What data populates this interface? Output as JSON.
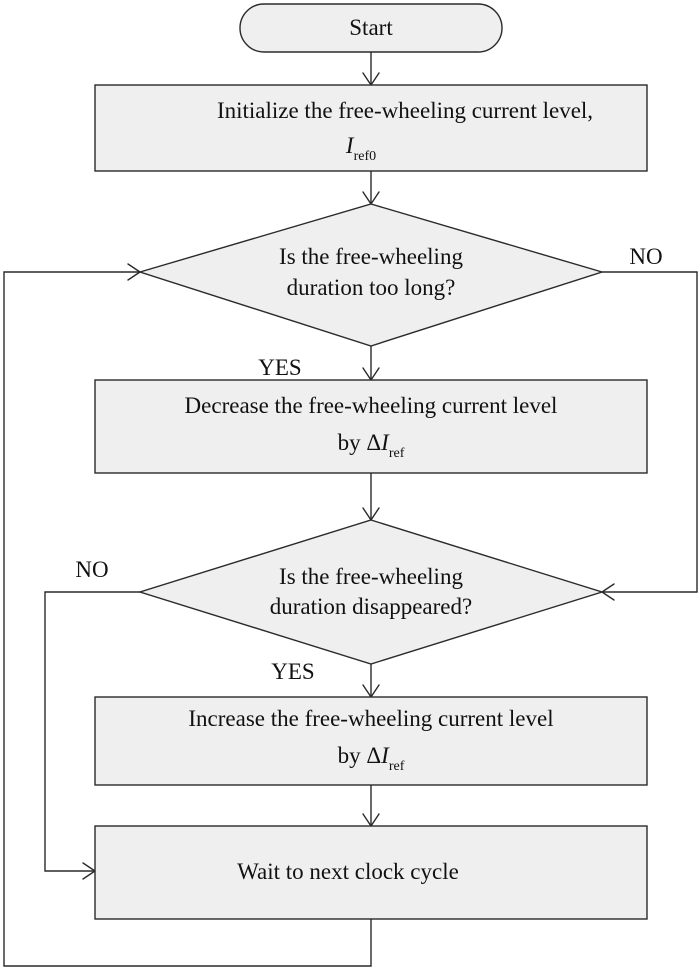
{
  "flowchart": {
    "start": {
      "label": "Start"
    },
    "init": {
      "line1": "Initialize the free-wheeling current level,",
      "symbol": "I",
      "symbol_sub": "ref0"
    },
    "decision1": {
      "line1": "Is the free-wheeling",
      "line2": "duration too long?",
      "yes_label": "YES",
      "no_label": "NO"
    },
    "decrease": {
      "line1": "Decrease the free-wheeling current level",
      "prefix": "by ",
      "delta": "Δ",
      "symbol": "I",
      "symbol_sub": "ref"
    },
    "decision2": {
      "line1": "Is the free-wheeling",
      "line2": "duration disappeared?",
      "yes_label": "YES",
      "no_label": "NO"
    },
    "increase": {
      "line1": "Increase the free-wheeling current level",
      "prefix": "by ",
      "delta": "Δ",
      "symbol": "I",
      "symbol_sub": "ref"
    },
    "wait": {
      "label": "Wait to next clock cycle"
    }
  },
  "colors": {
    "node_fill": "#efefef",
    "stroke": "#2a2a2a",
    "text": "#111111",
    "background": "#ffffff"
  }
}
